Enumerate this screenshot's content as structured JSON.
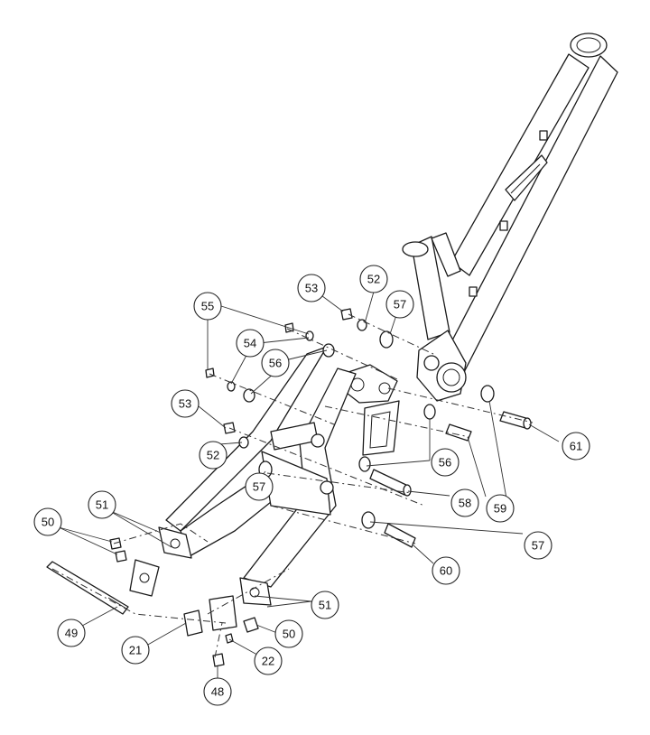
{
  "callouts": {
    "c21": "21",
    "c22": "22",
    "c48": "48",
    "c49": "49",
    "c50a": "50",
    "c50b": "50",
    "c51a": "51",
    "c51b": "51",
    "c52a": "52",
    "c52b": "52",
    "c53a": "53",
    "c53b": "53",
    "c54": "54",
    "c55": "55",
    "c56a": "56",
    "c56b": "56",
    "c57a": "57",
    "c57b": "57",
    "c57c": "57",
    "c58": "58",
    "c59": "59",
    "c60": "60",
    "c61": "61"
  },
  "colors": {
    "line": "#1a1a1a",
    "background": "#ffffff"
  }
}
